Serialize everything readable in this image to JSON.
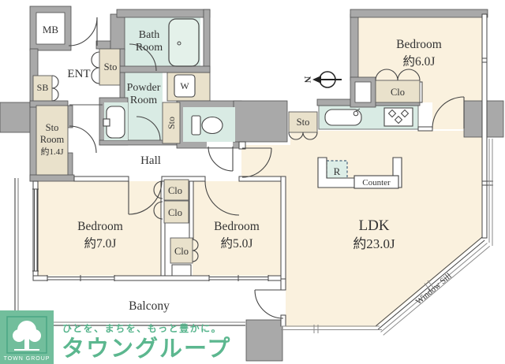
{
  "plan": {
    "rooms": {
      "bedroom6": {
        "name": "Bedroom",
        "size": "約6.0J"
      },
      "bedroom7": {
        "name": "Bedroom",
        "size": "約7.0J"
      },
      "bedroom5": {
        "name": "Bedroom",
        "size": "約5.0J"
      },
      "ldk": {
        "name": "LDK",
        "size": "約23.0J"
      },
      "sto_room": {
        "l1": "Sto",
        "l2": "Room",
        "l3": "約1.4J"
      },
      "bath": {
        "l1": "Bath",
        "l2": "Room"
      },
      "powder": {
        "l1": "Powder",
        "l2": "Room"
      },
      "hall": "Hall",
      "balcony": "Balcony",
      "ent": "ENT"
    },
    "labels": {
      "mb": "MB",
      "sb": "SB",
      "sto": "Sto",
      "clo": "Clo",
      "w": "W",
      "r": "R",
      "counter": "Counter",
      "window_sill": "Window Sill",
      "north": "N"
    },
    "colors": {
      "wall": "#a9a9a9",
      "room_floor": "#faf1de",
      "wet_area": "#d9ebe4",
      "storage": "#e9e1cb",
      "logo_green": "#72be9c",
      "brand_green": "#5cb78f"
    }
  },
  "watermark": {
    "slogan": "ひとを、まちを、もっと豊かに。",
    "brand": "タウングループ",
    "badge": "TOWN GROUP"
  }
}
